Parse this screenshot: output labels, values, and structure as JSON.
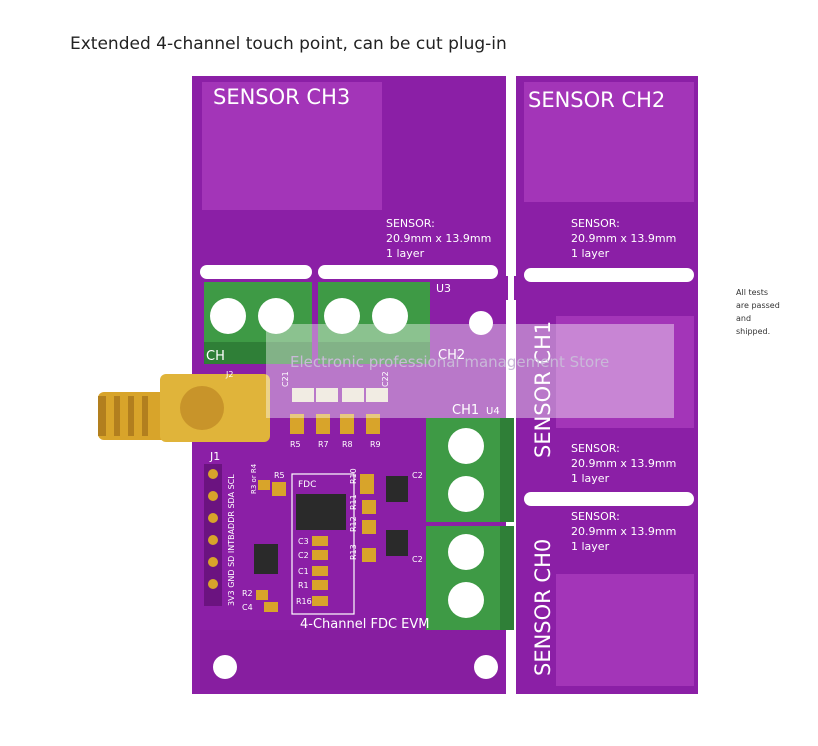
{
  "caption": "Extended 4-channel touch point, can be cut plug-in",
  "side_note": "All tests are passed and shipped.",
  "watermark": "Electronic professional management Store",
  "board": {
    "title": "4-Channel FDC EVM",
    "sensors": {
      "ch3": "SENSOR CH3",
      "ch2": "SENSOR CH2",
      "ch1": "SENSOR CH1",
      "ch0": "SENSOR CH0"
    },
    "sensor_spec": {
      "line1": "SENSOR:",
      "line2": "20.9mm x 13.9mm",
      "line3": "1 layer"
    },
    "terminal_labels": {
      "u3": "U3",
      "ch2": "CH2",
      "ch1": "CH1",
      "u4": "U4",
      "ch3_partial": "CH"
    },
    "header_j1": {
      "name": "J1",
      "pins": "3V3 GND SD INTBADDR SDA SCL"
    },
    "connector_j2": "J2",
    "chip_fdc": "FDC",
    "components": {
      "c21": "C21",
      "c22": "C22",
      "r5": "R5",
      "r7": "R7",
      "r8": "R8",
      "r9": "R9",
      "r10": "R10",
      "r11": "R11",
      "r12": "R12",
      "r13": "R13",
      "c2a": "C2",
      "c2b": "C2",
      "c3": "C3",
      "c2": "C2",
      "c1": "C1",
      "r1": "R1",
      "r16": "R16",
      "r3r4": "R3 or R4",
      "r5b": "R5",
      "r2": "R2",
      "c4": "C4"
    },
    "colors": {
      "pcb": "#8b1fa6",
      "pad": "#a335b8",
      "terminal": "#3e9a45",
      "gold": "#d8a42a"
    }
  }
}
